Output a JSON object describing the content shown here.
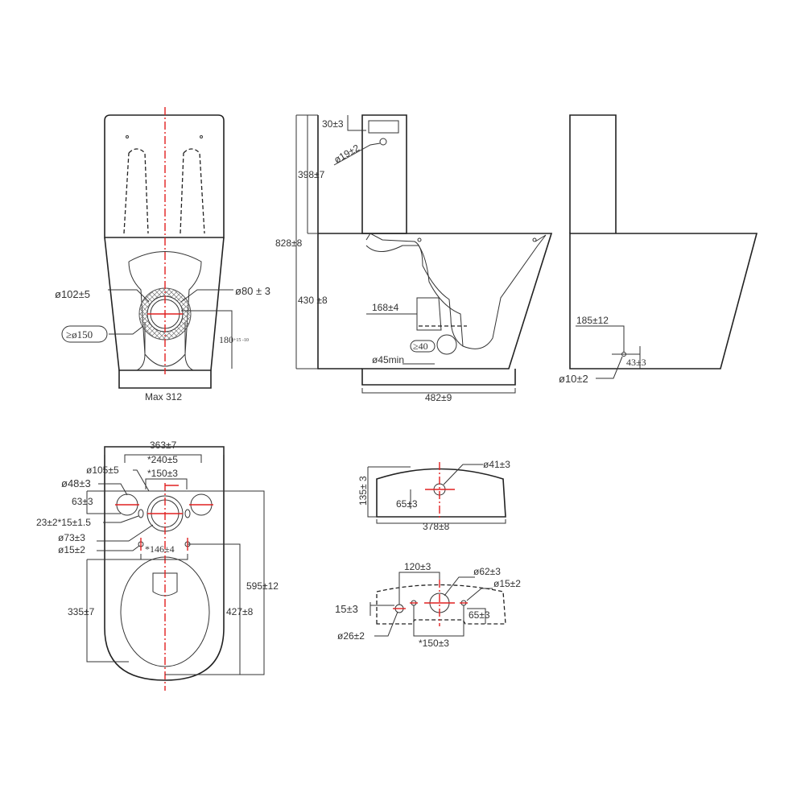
{
  "front_view": {
    "dim_outlet_outer": "ø102±5",
    "dim_outlet_inner": "ø80 ± 3",
    "dim_min_hole": "≥ø150",
    "dim_outlet_height": "180",
    "dim_outlet_height_tol": "+15 -10",
    "dim_max_width": "Max 312"
  },
  "side_view": {
    "dim_tank_top": "30±3",
    "dim_inlet": "ø19±2",
    "dim_tank_height": "398±7",
    "dim_total_height": "828±8",
    "dim_seat_height": "430 ±8",
    "dim_trap_depth": "168±4",
    "dim_trapway": "≥40",
    "dim_passage": "ø45min",
    "dim_depth": "482±9"
  },
  "rear_view": {
    "dim_fix_height": "185±12",
    "dim_fix_offset": "43±3",
    "dim_fix_hole": "ø10±2"
  },
  "plan_view": {
    "dim_width": "363±7",
    "dim_bolt_spacing": "*240±5",
    "dim_inner_spacing": "*150±3",
    "dim_ring": "ø105±5",
    "dim_bolt_hole": "ø48±3",
    "dim_bolt_offset": "63±3",
    "dim_slot": "23±2*15±1.5",
    "dim_center_hole": "ø73±3",
    "dim_fix_hole": "ø15±2",
    "dim_fix_spacing": "*146±4",
    "dim_seat_to_hole": "335±7",
    "dim_front_to_fix": "427±8",
    "dim_total_length": "595±12"
  },
  "tank_top": {
    "dim_button_hole": "ø41±3",
    "dim_depth": "135± 3",
    "dim_button_offset": "65±3",
    "dim_length": "378±8"
  },
  "tank_bottom": {
    "dim_spacing_a": "120±3",
    "dim_outlet": "ø62±3",
    "dim_bolt": "ø15±2",
    "dim_offset_left": "15±3",
    "dim_offset_right": "65±3",
    "dim_inlet": "ø26±2",
    "dim_bolt_spacing": "*150±3"
  }
}
